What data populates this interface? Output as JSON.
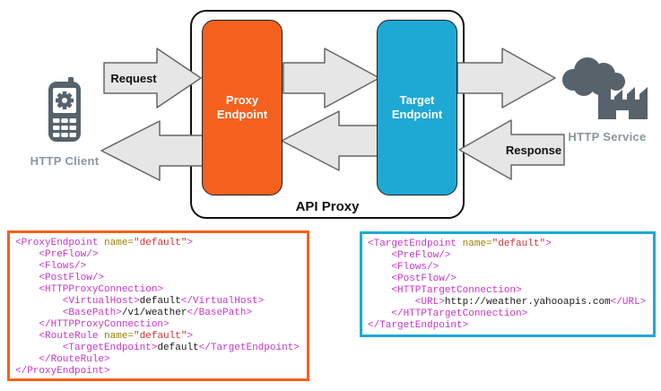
{
  "diagram": {
    "api_proxy_label": "API Proxy",
    "proxy_endpoint_label": "Proxy Endpoint",
    "target_endpoint_label": "Target Endpoint",
    "request_label": "Request",
    "response_label": "Response",
    "http_client_label": "HTTP Client",
    "http_service_label": "HTTP Service",
    "icons": {
      "client": "mobile-phone-gear-icon",
      "service": "cloud-factory-icon"
    },
    "colors": {
      "proxy_orange": "#F4611E",
      "target_blue": "#1EA9D5",
      "arrow_fill": "#E6E6E6",
      "arrow_stroke": "#666666",
      "icon_gray": "#57626B",
      "icon_label_gray": "#8C969B",
      "code_tag": "#C636C6",
      "code_attr": "#998000",
      "code_value": "#CC3333",
      "code_text": "#1A1A1A"
    }
  },
  "code_blocks": [
    {
      "id": "proxy",
      "accent": "#F4611E",
      "lines": [
        [
          [
            "tag",
            "<ProxyEndpoint"
          ],
          [
            "plain",
            " "
          ],
          [
            "attr",
            "name="
          ],
          [
            "value",
            "\"default\""
          ],
          [
            "tag",
            ">"
          ]
        ],
        [
          [
            "tag",
            "    <PreFlow/>"
          ]
        ],
        [
          [
            "tag",
            "    <Flows/>"
          ]
        ],
        [
          [
            "tag",
            "    <PostFlow/>"
          ]
        ],
        [
          [
            "tag",
            "    <HTTPProxyConnection>"
          ]
        ],
        [
          [
            "tag",
            "        <VirtualHost>"
          ],
          [
            "plain",
            "default"
          ],
          [
            "tag",
            "</VirtualHost>"
          ]
        ],
        [
          [
            "tag",
            "        <BasePath>"
          ],
          [
            "plain",
            "/v1/weather"
          ],
          [
            "tag",
            "</BasePath>"
          ]
        ],
        [
          [
            "tag",
            "    </HTTPProxyConnection>"
          ]
        ],
        [
          [
            "tag",
            "    <RouteRule"
          ],
          [
            "plain",
            " "
          ],
          [
            "attr",
            "name="
          ],
          [
            "value",
            "\"default\""
          ],
          [
            "tag",
            ">"
          ]
        ],
        [
          [
            "tag",
            "        <TargetEndpoint>"
          ],
          [
            "plain",
            "default"
          ],
          [
            "tag",
            "</TargetEndpoint>"
          ]
        ],
        [
          [
            "tag",
            "    </RouteRule>"
          ]
        ],
        [
          [
            "tag",
            "</ProxyEndpoint>"
          ]
        ]
      ]
    },
    {
      "id": "target",
      "accent": "#1EA9D5",
      "lines": [
        [
          [
            "tag",
            "<TargetEndpoint"
          ],
          [
            "plain",
            " "
          ],
          [
            "attr",
            "name="
          ],
          [
            "value",
            "\"default\""
          ],
          [
            "tag",
            ">"
          ]
        ],
        [
          [
            "tag",
            "    <PreFlow/>"
          ]
        ],
        [
          [
            "tag",
            "    <Flows/>"
          ]
        ],
        [
          [
            "tag",
            "    <PostFlow/>"
          ]
        ],
        [
          [
            "tag",
            "    <HTTPTargetConnection>"
          ]
        ],
        [
          [
            "tag",
            "        <URL>"
          ],
          [
            "plain",
            "http://weather.yahooapis.com"
          ],
          [
            "tag",
            "</URL>"
          ]
        ],
        [
          [
            "tag",
            "    </HTTPTargetConnection>"
          ]
        ],
        [
          [
            "tag",
            "</TargetEndpoint>"
          ]
        ]
      ]
    }
  ]
}
